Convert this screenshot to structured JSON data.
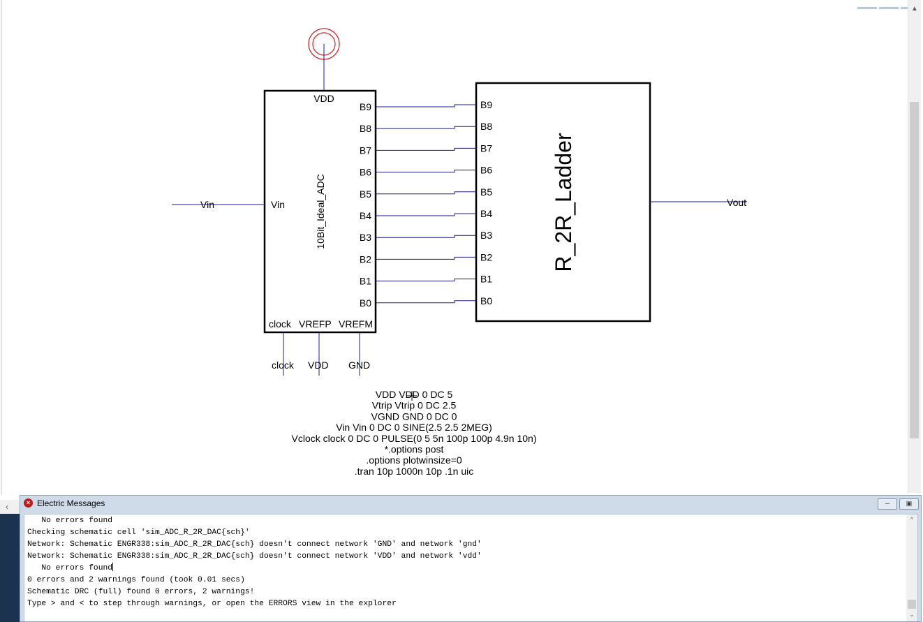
{
  "schematic": {
    "vdd_source_label": "VDD",
    "adc": {
      "name": "10Bit_Ideal_ADC",
      "vdd_pin": "VDD",
      "vin_pin": "Vin",
      "bit_pins": [
        "B9",
        "B8",
        "B7",
        "B6",
        "B5",
        "B4",
        "B3",
        "B2",
        "B1",
        "B0"
      ],
      "bottom_pins": [
        "clock",
        "VREFP",
        "VREFM"
      ]
    },
    "ladder": {
      "name": "R_2R_Ladder",
      "bit_pins": [
        "B9",
        "B8",
        "B7",
        "B6",
        "B5",
        "B4",
        "B3",
        "B2",
        "B1",
        "B0"
      ]
    },
    "nets": {
      "vin": "Vin",
      "vout": "Vout",
      "clock": "clock",
      "vdd": "VDD",
      "gnd": "GND"
    },
    "spice_lines": [
      "VDD VDD 0 DC 5",
      "Vtrip Vtrip 0 DC 2.5",
      "VGND GND 0 DC 0",
      "Vin Vin 0 DC 0 SINE(2.5 2.5 2MEG)",
      "Vclock clock 0 DC 0 PULSE(0 5 5n 100p 100p 4.9n 10n)",
      "*.options post",
      ".options plotwinsize=0",
      ".tran 10p 1000n 10p .1n uic"
    ]
  },
  "messages_window": {
    "title": "Electric Messages",
    "lines": [
      "   No errors found",
      "Checking schematic cell 'sim_ADC_R_2R_DAC{sch}'",
      "Network: Schematic ENGR338:sim_ADC_R_2R_DAC{sch} doesn't connect network 'GND' and network 'gnd'",
      "Network: Schematic ENGR338:sim_ADC_R_2R_DAC{sch} doesn't connect network 'VDD' and network 'vdd'",
      "   No errors found",
      "0 errors and 2 warnings found (took 0.01 secs)",
      "Schematic DRC (full) found 0 errors, 2 warnings!",
      "Type > and < to step through warnings, or open the ERRORS view in the explorer"
    ]
  },
  "icons": {
    "app": "electric-app-icon",
    "minimize": "minimize-icon",
    "restore": "restore-icon",
    "scroll_up": "chevron-up-icon",
    "scroll_down": "chevron-down-icon",
    "scroll_left": "chevron-left-icon"
  },
  "colors": {
    "wire": "#1a1a8c",
    "power_symbol": "#cc2222",
    "window_frame": "#cfdbe9"
  }
}
